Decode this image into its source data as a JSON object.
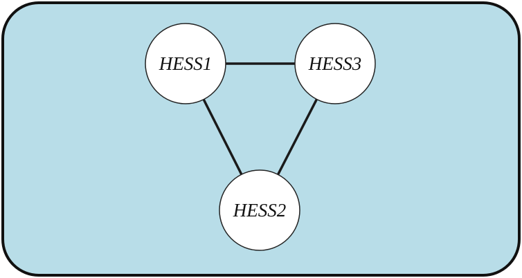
{
  "colors": {
    "panel_fill": "#b8dde8",
    "panel_stroke": "#111111",
    "node_fill": "#ffffff",
    "node_stroke": "#222222",
    "edge_stroke": "#1a1a1a"
  },
  "nodes": [
    {
      "id": "hess1",
      "label": "HESS1"
    },
    {
      "id": "hess3",
      "label": "HESS3"
    },
    {
      "id": "hess2",
      "label": "HESS2"
    }
  ],
  "edges": [
    {
      "from": "hess1",
      "to": "hess3"
    },
    {
      "from": "hess1",
      "to": "hess2"
    },
    {
      "from": "hess3",
      "to": "hess2"
    }
  ]
}
